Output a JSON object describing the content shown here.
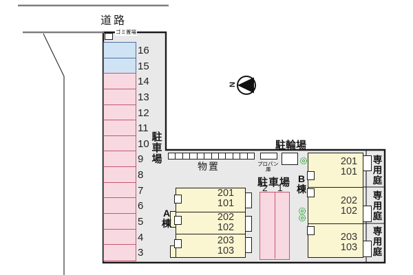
{
  "road": {
    "label": "道路"
  },
  "north": {
    "label": "N"
  },
  "garbage": {
    "label": "ゴミ置場"
  },
  "left_parking": {
    "label_vertical": "駐車場",
    "spaces": [
      {
        "num": "16",
        "type": "blue"
      },
      {
        "num": "15",
        "type": "blue"
      },
      {
        "num": "14",
        "type": "pink"
      },
      {
        "num": "13",
        "type": "pink"
      },
      {
        "num": "12",
        "type": "pink"
      },
      {
        "num": "11",
        "type": "pink"
      },
      {
        "num": "10",
        "type": "pink"
      },
      {
        "num": "9",
        "type": "pink"
      },
      {
        "num": "8",
        "type": "pink"
      },
      {
        "num": "7",
        "type": "pink"
      },
      {
        "num": "6",
        "type": "pink"
      },
      {
        "num": "5",
        "type": "pink"
      },
      {
        "num": "4",
        "type": "pink"
      },
      {
        "num": "3",
        "type": "pink"
      }
    ]
  },
  "shed": {
    "label": "物置",
    "cells": 12
  },
  "propane": {
    "label_line1": "プロパン",
    "label_line2": "庫"
  },
  "bicycle": {
    "label": "駐輪場"
  },
  "center_parking": {
    "label": "駐車場",
    "spaces": [
      "2",
      "1"
    ]
  },
  "building_a": {
    "name": "A棟",
    "units": [
      {
        "upper": "201",
        "lower": "101"
      },
      {
        "upper": "202",
        "lower": "102"
      },
      {
        "upper": "203",
        "lower": "103"
      }
    ]
  },
  "building_b": {
    "name": "B棟",
    "units": [
      {
        "upper": "201",
        "lower": "101"
      },
      {
        "upper": "202",
        "lower": "102"
      },
      {
        "upper": "203",
        "lower": "103"
      }
    ]
  },
  "gardens": [
    "専用庭",
    "専用庭",
    "専用庭"
  ],
  "colors": {
    "site_gray": "#e9e9e9",
    "parking_pink": "#f8d9e2",
    "parking_pink_border": "#c4556e",
    "parking_blue": "#cfe3f4",
    "parking_blue_border": "#4a6fa5",
    "building_yellow": "#fbf6d2",
    "road_gray": "#7d7d7d",
    "shrub_green": "#3f9b47"
  }
}
